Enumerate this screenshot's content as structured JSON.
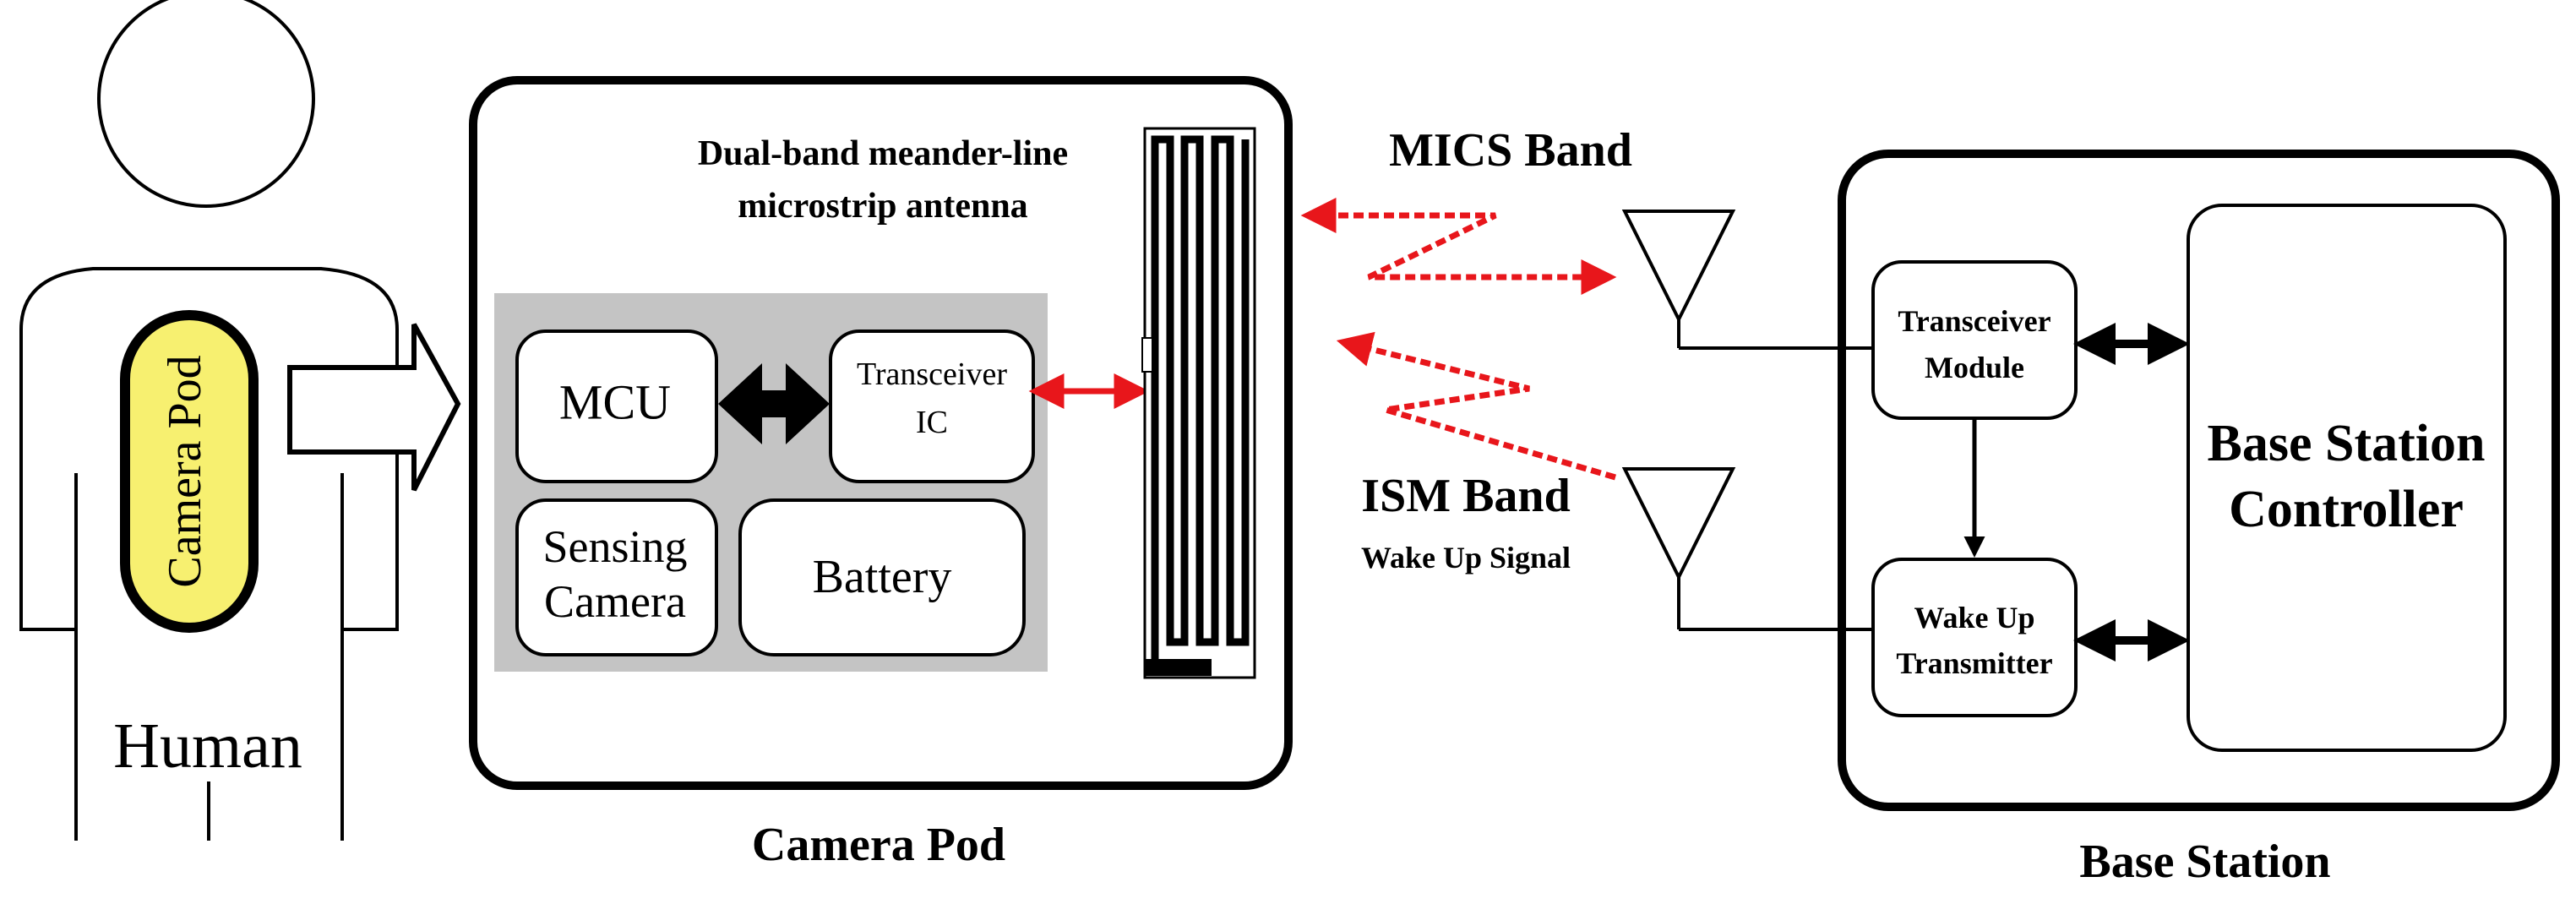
{
  "human": {
    "label": "Human",
    "pod_label": "Camera Pod"
  },
  "camera_pod": {
    "caption": "Camera Pod",
    "antenna_label_line1": "Dual-band meander-line",
    "antenna_label_line2": "microstrip antenna",
    "mcu_label": "MCU",
    "transceiver_line1": "Transceiver",
    "transceiver_line2": "IC",
    "sensing_line1": "Sensing",
    "sensing_line2": "Camera",
    "battery_label": "Battery"
  },
  "links": {
    "mics_label": "MICS Band",
    "ism_label": "ISM Band",
    "wakeup_signal_label": "Wake Up Signal"
  },
  "base_station": {
    "caption": "Base Station",
    "transceiver_line1": "Transceiver",
    "transceiver_line2": "Module",
    "wakeup_line1": "Wake Up",
    "wakeup_line2": "Transmitter",
    "controller_line1": "Base Station",
    "controller_line2": "Controller"
  },
  "colors": {
    "pod_fill": "#f7f070",
    "panel_gray": "#c4c4c4",
    "wireless_red": "#e8161b",
    "line_black": "#000000"
  }
}
